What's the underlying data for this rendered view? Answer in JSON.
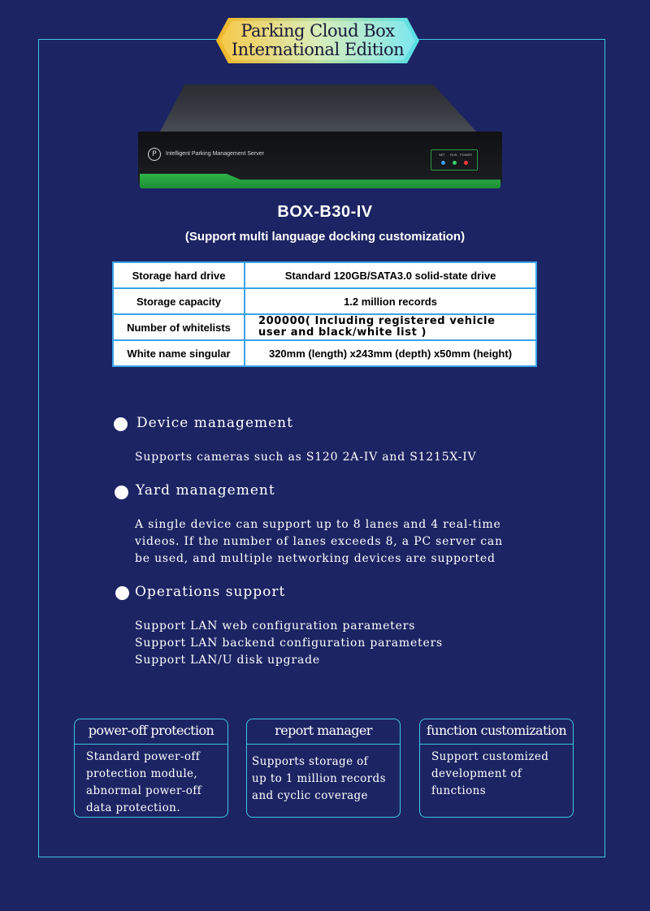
{
  "banner": {
    "line1": "Parking Cloud Box",
    "line2": "International Edition"
  },
  "device": {
    "logo": "P",
    "front_label": "Intelligent Parking Management Server",
    "leds": [
      "NET",
      "RUN",
      "POWER"
    ],
    "led_colors": [
      "#3aa0ff",
      "#36d06a",
      "#ff3b3b"
    ]
  },
  "product": {
    "model": "BOX-B30-IV",
    "support": "(Support multi language docking customization)"
  },
  "specs": [
    {
      "key": "Storage hard drive",
      "value": "Standard 120GB/SATA3.0 solid-state drive"
    },
    {
      "key": "Storage capacity",
      "value": "1.2 million records"
    },
    {
      "key": "Number of whitelists",
      "value_line1": "200000( Including registered vehicle",
      "value_line2": "user and black/white list )"
    },
    {
      "key": "White name singular",
      "value": "320mm (length) x243mm (depth) x50mm (height)"
    }
  ],
  "features": [
    {
      "title": "Device management",
      "lines": [
        "Supports cameras such as S120 2A-IV and S1215X-IV"
      ]
    },
    {
      "title": "Yard management",
      "lines": [
        "A single device can support up to 8 lanes and 4 real-time",
        "videos. If the number of lanes exceeds 8, a PC server can",
        "be used, and multiple networking devices are supported"
      ]
    },
    {
      "title": "Operations support",
      "lines": [
        "Support LAN web configuration parameters",
        "Support LAN backend configuration parameters",
        "Support LAN/U disk upgrade"
      ]
    }
  ],
  "cards": [
    {
      "title": "power-off protection",
      "lines": [
        "Standard power-off",
        "protection module,",
        "abnormal power-off",
        "data protection."
      ]
    },
    {
      "title": "report manager",
      "lines": [
        "Supports storage of",
        "up to 1 million records",
        "and cyclic coverage"
      ]
    },
    {
      "title": "function customization",
      "lines": [
        "Support customized",
        "development of",
        "functions"
      ]
    }
  ],
  "colors": {
    "background": "#1c2463",
    "accent_border": "#3ec7e6",
    "table_border": "#3aa3e8"
  }
}
